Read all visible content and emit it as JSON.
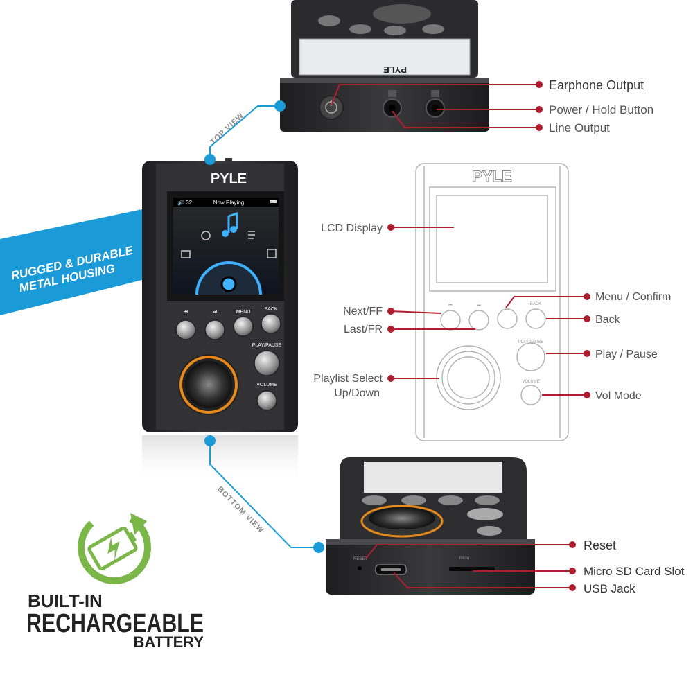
{
  "brand": "PYLE",
  "view_tags": {
    "top": "TOP VIEW",
    "bottom": "BOTTOM VIEW"
  },
  "banner": {
    "line1": "RUGGED & DURABLE",
    "line2": "METAL HOUSING"
  },
  "battery": {
    "line1": "BUILT-IN",
    "line2": "RECHARGEABLE",
    "line3": "BATTERY"
  },
  "screen": {
    "volume": "32",
    "title": "Now Playing"
  },
  "button_labels": {
    "prev": "⏮",
    "next": "⏭",
    "menu": "MENU",
    "back": "BACK",
    "play_pause": "PLAY/PAUSE",
    "volume": "VOLUME"
  },
  "bottom_port_labels": {
    "reset": "RESET",
    "micro_sd": "micro"
  },
  "callouts": {
    "top": [
      "Earphone Output",
      "Power / Hold Button",
      "Line Output"
    ],
    "front_left": [
      "LCD Display",
      "Next/FF",
      "Last/FR",
      "Playlist Select",
      "Up/Down"
    ],
    "front_right": [
      "Menu / Confirm",
      "Back",
      "Play / Pause",
      "Vol Mode"
    ],
    "bottom": [
      "Reset",
      "Micro SD Card Slot",
      "USB Jack"
    ]
  },
  "colors": {
    "callout_red": "#b01e2e",
    "connector_blue": "#1a9ad6",
    "banner_blue": "#1a9ad6",
    "battery_green": "#7ab648",
    "device_dark": "#2c2c2e"
  }
}
